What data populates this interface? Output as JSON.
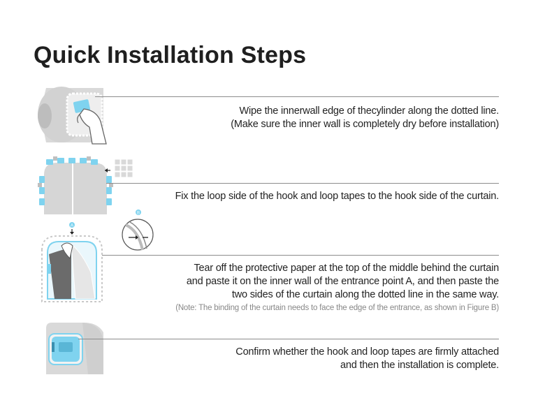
{
  "title": "Quick Installation Steps",
  "steps": [
    {
      "lines": [
        "Wipe the innerwall edge of thecylinder along the dotted line.",
        "(Make sure the inner wall is completely dry before installation)"
      ]
    },
    {
      "lines": [
        "Fix the loop side of the hook and loop tapes to the hook side of the curtain."
      ]
    },
    {
      "lines": [
        "Tear off the protective paper at the top of the middle behind the curtain",
        "and paste it on the inner wall of the entrance point A, and then paste the",
        "two sides of the curtain along the dotted line in the same way."
      ],
      "note": "(Note: The binding of the curtain needs to face the edge of the entrance, as shown in Figure B)",
      "markers": [
        "A",
        "B"
      ]
    },
    {
      "lines": [
        "Confirm whether the hook and loop tapes are firmly attached",
        "and then the installation is complete."
      ]
    }
  ],
  "colors": {
    "accent": "#7fd3ef",
    "device_gray": "#d6d6d6",
    "device_dark": "#9a9a9a",
    "rule": "#8c8c8c",
    "note": "#888888"
  }
}
